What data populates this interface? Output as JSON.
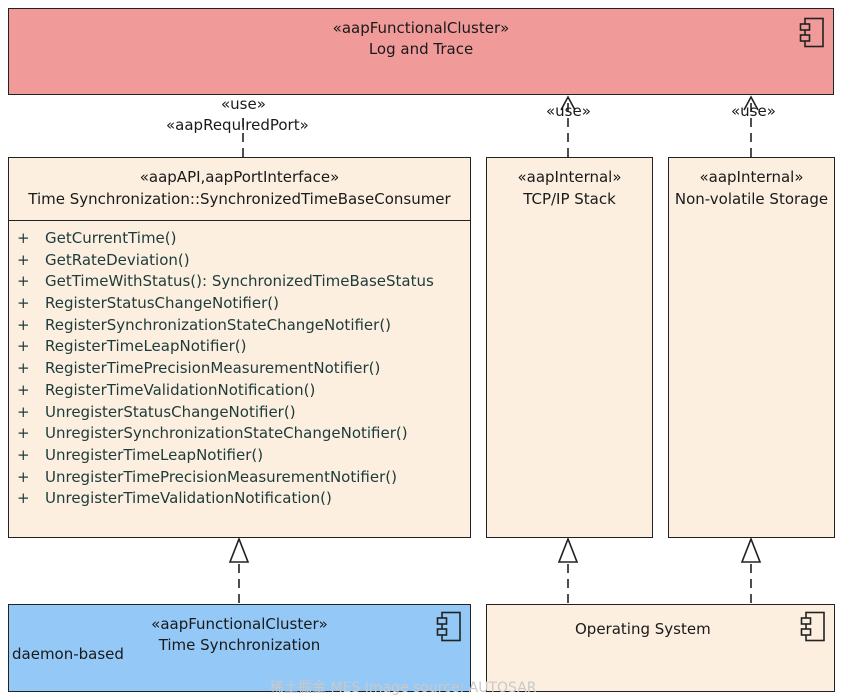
{
  "log_trace": {
    "stereotype": "«aapFunctionalCluster»",
    "name": "Log and Trace"
  },
  "required_port": {
    "use": "«use»",
    "port": "«aapRequiredPort»"
  },
  "tcp_use": "«use»",
  "nvs_use": "«use»",
  "consumer": {
    "stereotype": "«aapAPI,aapPortInterface»",
    "name": "Time Synchronization::SynchronizedTimeBaseConsumer",
    "operations": [
      {
        "vis": "+",
        "name": "GetCurrentTime()"
      },
      {
        "vis": "+",
        "name": "GetRateDeviation()"
      },
      {
        "vis": "+",
        "name": "GetTimeWithStatus(): SynchronizedTimeBaseStatus"
      },
      {
        "vis": "+",
        "name": "RegisterStatusChangeNotifier()"
      },
      {
        "vis": "+",
        "name": "RegisterSynchronizationStateChangeNotifier()"
      },
      {
        "vis": "+",
        "name": "RegisterTimeLeapNotifier()"
      },
      {
        "vis": "+",
        "name": "RegisterTimePrecisionMeasurementNotifier()"
      },
      {
        "vis": "+",
        "name": "RegisterTimeValidationNotification()"
      },
      {
        "vis": "+",
        "name": "UnregisterStatusChangeNotifier()"
      },
      {
        "vis": "+",
        "name": "UnregisterSynchronizationStateChangeNotifier()"
      },
      {
        "vis": "+",
        "name": "UnregisterTimeLeapNotifier()"
      },
      {
        "vis": "+",
        "name": "UnregisterTimePrecisionMeasurementNotifier()"
      },
      {
        "vis": "+",
        "name": "UnregisterTimeValidationNotification()"
      }
    ]
  },
  "tcp": {
    "stereotype": "«aapInternal»",
    "name": "TCP/IP Stack"
  },
  "nvs": {
    "stereotype": "«aapInternal»",
    "name": "Non-volatile Storage"
  },
  "tsync": {
    "stereotype": "«aapFunctionalCluster»",
    "name": "Time Synchronization",
    "tag": "daemon-based"
  },
  "os": {
    "name": "Operating System"
  },
  "watermark": "稀土掘金 MES Image source: AUTOSAR",
  "colors": {
    "cluster_fill": "#f09a9a",
    "interface_fill": "#fcefdf",
    "tsync_fill": "#94c8f6",
    "line": "#222222"
  }
}
